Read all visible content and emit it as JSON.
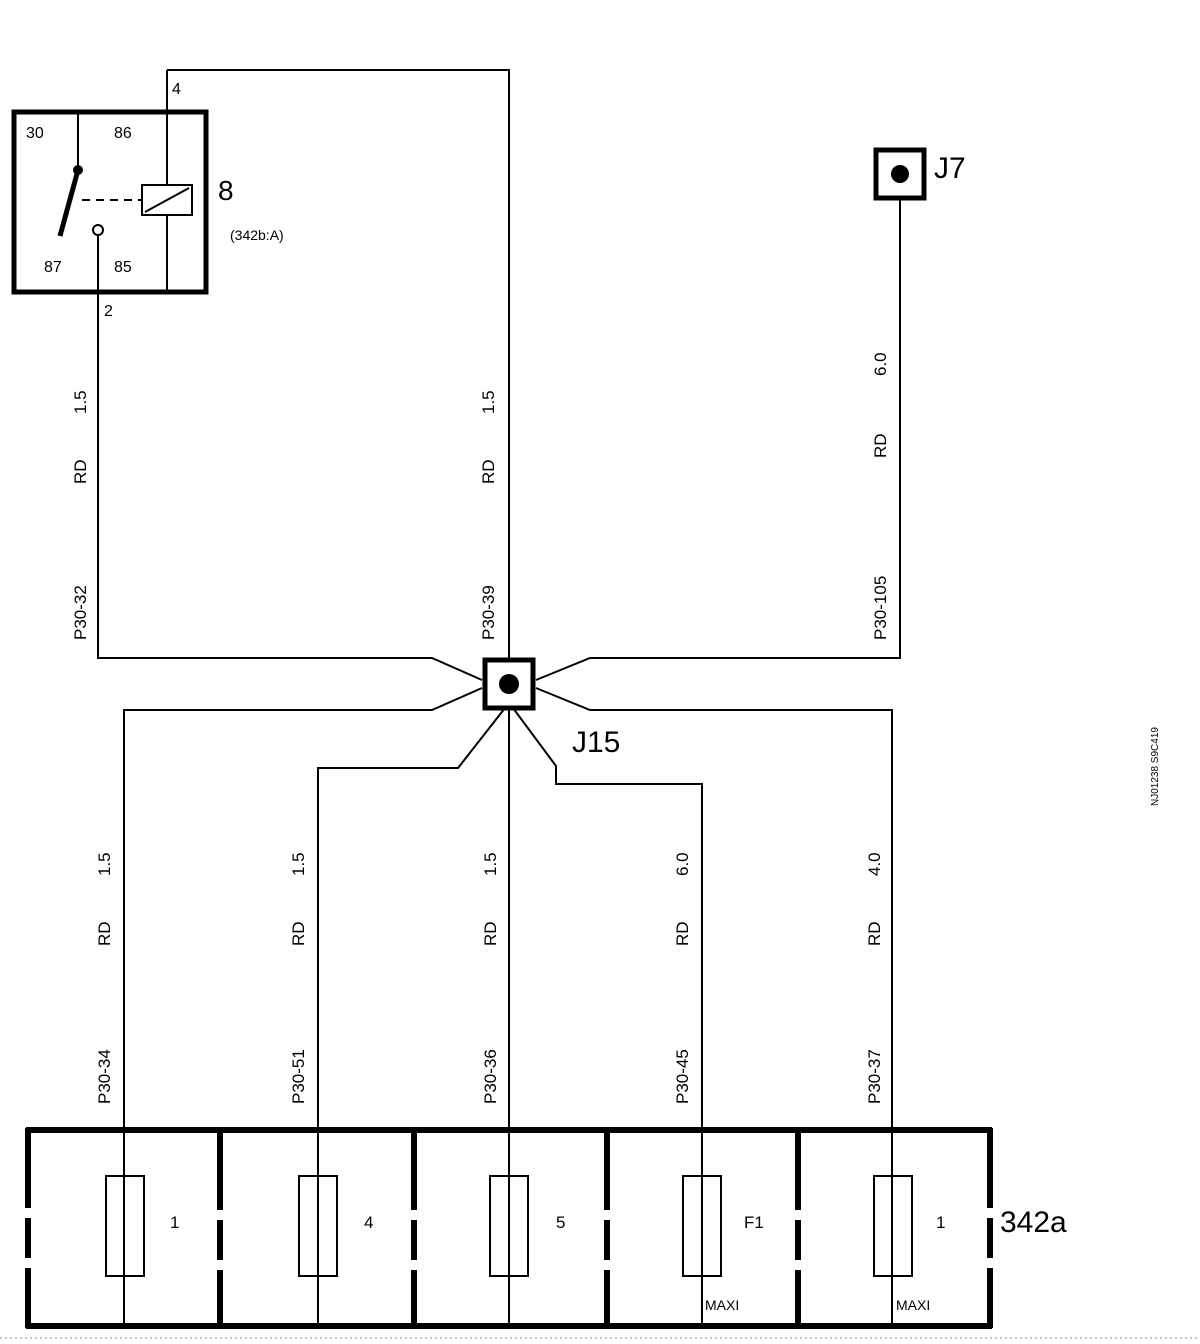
{
  "relay": {
    "id": "8",
    "ref": "(342b:A)",
    "pins": {
      "p30": "30",
      "p86": "86",
      "p87": "87",
      "p85": "85"
    },
    "terminals": {
      "top": "4",
      "bottom": "2"
    }
  },
  "splices": {
    "j7": "J7",
    "j15": "J15"
  },
  "fuse_box": {
    "id": "342a",
    "fuses": [
      {
        "label": "1",
        "type": ""
      },
      {
        "label": "4",
        "type": ""
      },
      {
        "label": "5",
        "type": ""
      },
      {
        "label": "F1",
        "type": "MAXI"
      },
      {
        "label": "1",
        "type": "MAXI"
      }
    ]
  },
  "wires_upper": [
    {
      "circuit": "P30-32",
      "color": "RD",
      "gauge": "1.5"
    },
    {
      "circuit": "P30-39",
      "color": "RD",
      "gauge": "1.5"
    },
    {
      "circuit": "P30-105",
      "color": "RD",
      "gauge": "6.0"
    }
  ],
  "wires_lower": [
    {
      "circuit": "P30-34",
      "color": "RD",
      "gauge": "1.5"
    },
    {
      "circuit": "P30-51",
      "color": "RD",
      "gauge": "1.5"
    },
    {
      "circuit": "P30-36",
      "color": "RD",
      "gauge": "1.5"
    },
    {
      "circuit": "P30-45",
      "color": "RD",
      "gauge": "6.0"
    },
    {
      "circuit": "P30-37",
      "color": "RD",
      "gauge": "4.0"
    }
  ],
  "figure_code": "NJ01238 S9C419"
}
